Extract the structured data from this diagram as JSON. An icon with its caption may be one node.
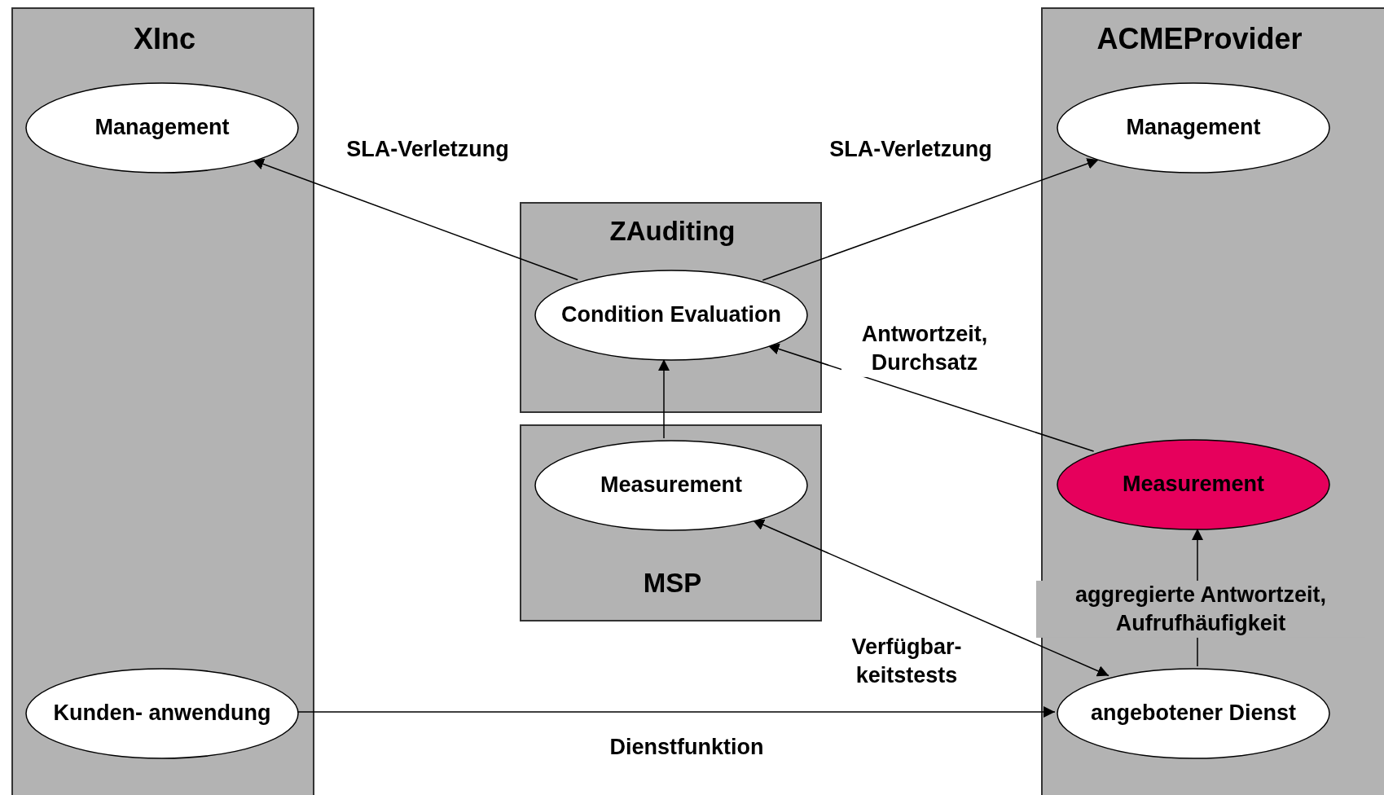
{
  "diagram": {
    "nodes": [
      {
        "text": [
          "XInc"
        ]
      },
      {
        "text": [
          "Management"
        ],
        "in": 0
      },
      {
        "text": [
          "Kunden- anwendung"
        ],
        "in": 0
      },
      {
        "text": [
          "ZAuditing"
        ]
      },
      {
        "text": [
          "Condition Evaluation"
        ],
        "in": 3
      },
      {
        "text": [
          "MSP"
        ]
      },
      {
        "text": [
          "Measurement"
        ],
        "in": 5
      },
      {
        "text": [
          "ACMEProvider"
        ]
      },
      {
        "text": [
          "Management"
        ],
        "in": 7
      },
      {
        "text": [
          "Measurement"
        ],
        "in": 7
      },
      {
        "text": [
          "angebotener Dienst"
        ],
        "in": 7
      }
    ],
    "edges": [
      {
        "from": 4,
        "to": 1,
        "arrow": "to",
        "label": "SLA-Verletzung"
      },
      {
        "from": 4,
        "to": 8,
        "arrow": "to",
        "label": "SLA-Verletzung"
      },
      {
        "from": 6,
        "to": 4,
        "arrow": "to"
      },
      {
        "from": 9,
        "to": 4,
        "arrow": "to",
        "label": "Antwortzeit, Durchsatz"
      },
      {
        "from": 6,
        "to": 10,
        "arrow": "both",
        "label": "Verfügbar- keitstests"
      },
      {
        "from": 10,
        "to": 9,
        "arrow": "to",
        "label": "aggregierte Antwortzeit, Aufrufhäufigkeit"
      },
      {
        "from": 2,
        "to": 10,
        "arrow": "to",
        "label": "Dienstfunktion"
      }
    ]
  }
}
